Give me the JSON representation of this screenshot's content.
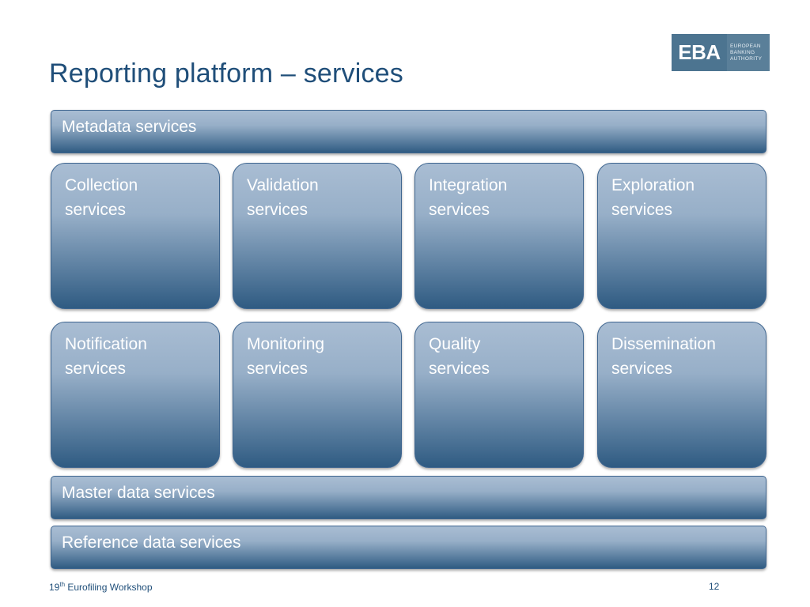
{
  "slide": {
    "title": "Reporting platform – services",
    "logo": {
      "mark": "EBA",
      "lines": [
        "EUROPEAN",
        "BANKING",
        "AUTHORITY"
      ]
    },
    "bars": {
      "metadata": "Metadata services",
      "master_data": "Master data services",
      "reference_data": "Reference data services"
    },
    "services": [
      {
        "line1": "Collection",
        "line2": "services"
      },
      {
        "line1": "Validation",
        "line2": "services"
      },
      {
        "line1": "Integration",
        "line2": "services"
      },
      {
        "line1": "Exploration",
        "line2": "services"
      },
      {
        "line1": "Notification",
        "line2": "services"
      },
      {
        "line1": "Monitoring",
        "line2": "services"
      },
      {
        "line1": "Quality",
        "line2": "services"
      },
      {
        "line1": "Dissemination",
        "line2": "services"
      }
    ],
    "footer": {
      "number": "19",
      "ordinal": "th",
      "event": " Eurofiling Workshop",
      "page": "12"
    }
  }
}
